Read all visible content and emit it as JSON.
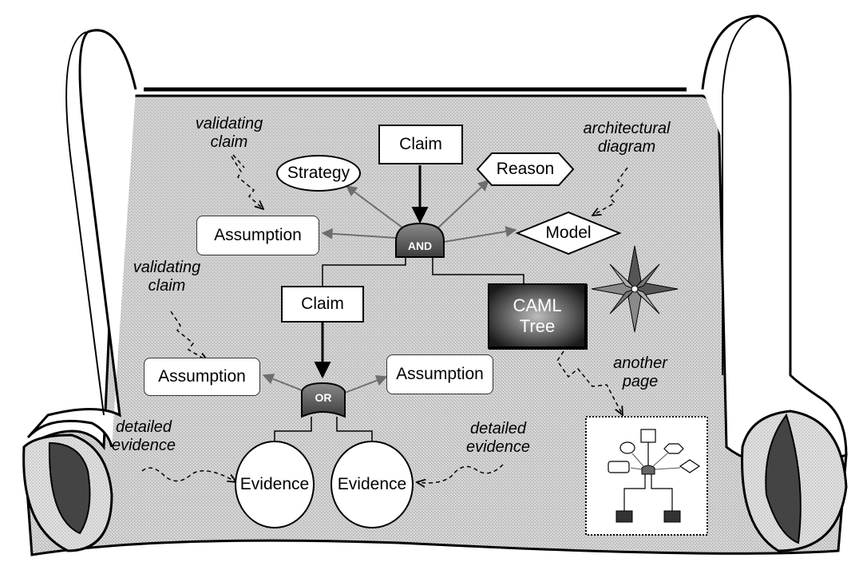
{
  "nodes": {
    "claim_top": "Claim",
    "strategy": "Strategy",
    "reason": "Reason",
    "assumption_top": "Assumption",
    "model": "Model",
    "and_gate": "AND",
    "claim_mid": "Claim",
    "caml_tree": "CAML Tree",
    "assumption_left": "Assumption",
    "assumption_right": "Assumption",
    "or_gate": "OR",
    "evidence_left": "Evidence",
    "evidence_right": "Evidence"
  },
  "annotations": {
    "validating_claim_top": [
      "validating",
      "claim"
    ],
    "architectural_diagram": [
      "architectural",
      "diagram"
    ],
    "validating_claim_mid": [
      "validating",
      "claim"
    ],
    "another_page": [
      "another",
      "page"
    ],
    "detailed_evidence_left": [
      "detailed",
      "evidence"
    ],
    "detailed_evidence_right": [
      "detailed",
      "evidence"
    ]
  },
  "colors": {
    "parchment": "#c9c9c9",
    "outline": "#000000",
    "arrow_gray": "#7a7a7a",
    "gate_dark": "#5a5a5a",
    "caml_dark": "#222222",
    "curl_dark": "#444444"
  },
  "icons": [
    "compass-star-icon",
    "mini-tree-thumbnail-icon"
  ]
}
